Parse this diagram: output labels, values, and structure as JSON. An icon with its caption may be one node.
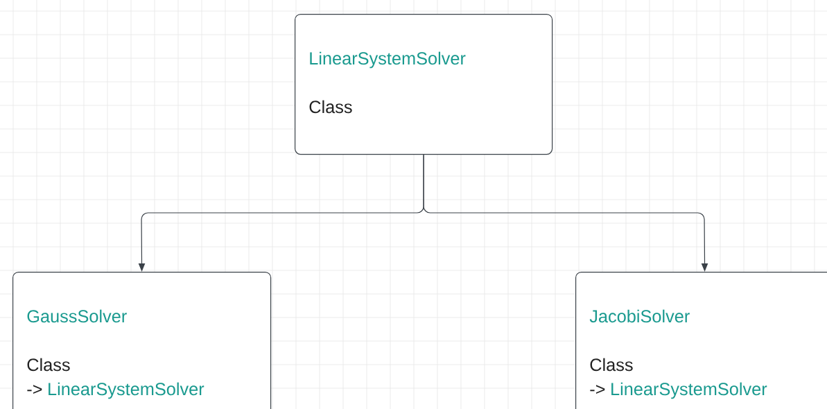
{
  "diagram": {
    "nodes": [
      {
        "text": [
          "LinearSystemSolver",
          "Class"
        ]
      },
      {
        "text": [
          "GaussSolver",
          "Class",
          "->",
          "LinearSystemSolver"
        ]
      },
      {
        "text": [
          "JacobiSolver",
          "Class",
          "->",
          "LinearSystemSolver"
        ]
      }
    ],
    "edges": [
      {
        "from": 0,
        "to": 1,
        "arrow": "to"
      },
      {
        "from": 0,
        "to": 2,
        "arrow": "to"
      }
    ]
  }
}
